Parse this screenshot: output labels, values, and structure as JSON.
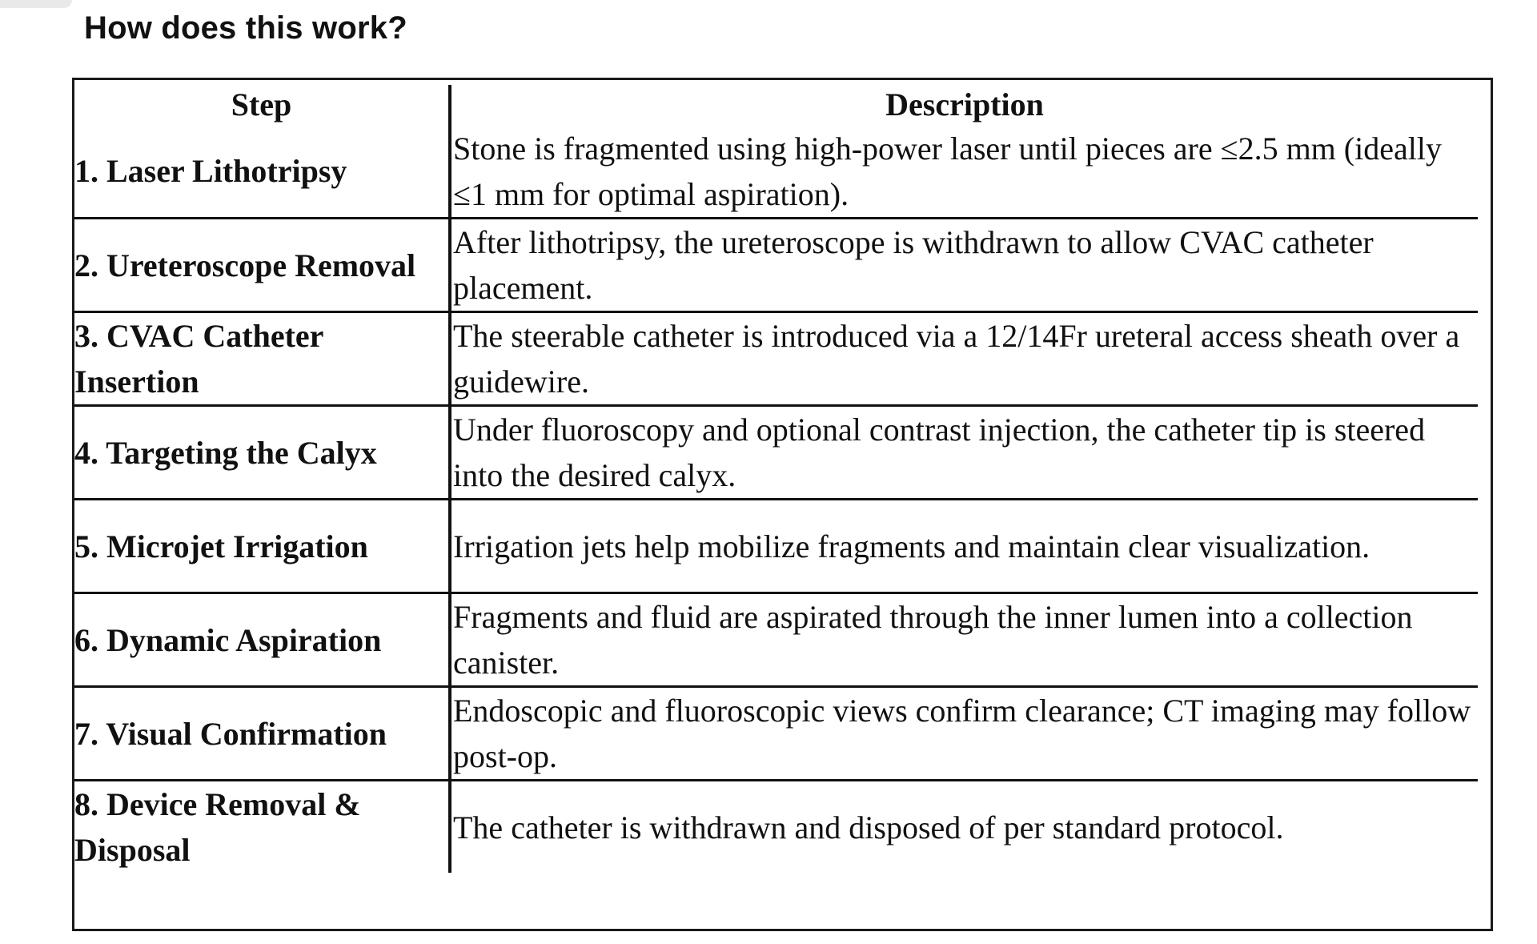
{
  "page": {
    "title": "How does this work?"
  },
  "table": {
    "headers": {
      "step": "Step",
      "description": "Description"
    },
    "rows": [
      {
        "step": "1. Laser Lithotripsy",
        "description": "Stone is fragmented using high-power laser until pieces are ≤2.5 mm (ideally ≤1 mm for optimal aspiration)."
      },
      {
        "step": "2. Ureteroscope Removal",
        "description": "After lithotripsy, the ureteroscope is withdrawn to allow CVAC catheter placement."
      },
      {
        "step": "3. CVAC Catheter Insertion",
        "description": "The steerable catheter is introduced via a 12/14Fr ureteral access sheath over a guidewire."
      },
      {
        "step": "4. Targeting the Calyx",
        "description": "Under fluoroscopy and optional contrast injection, the catheter tip is steered into the desired calyx."
      },
      {
        "step": "5. Microjet Irrigation",
        "description": "Irrigation jets help mobilize fragments and maintain clear visualization."
      },
      {
        "step": "6. Dynamic Aspiration",
        "description": "Fragments and fluid are aspirated through the inner lumen into a collection canister."
      },
      {
        "step": "7. Visual Confirmation",
        "description": "Endoscopic and fluoroscopic views confirm clearance; CT imaging may follow post-op."
      },
      {
        "step": "8. Device Removal & Disposal",
        "description": "The catheter is withdrawn and disposed of per standard protocol."
      }
    ]
  }
}
